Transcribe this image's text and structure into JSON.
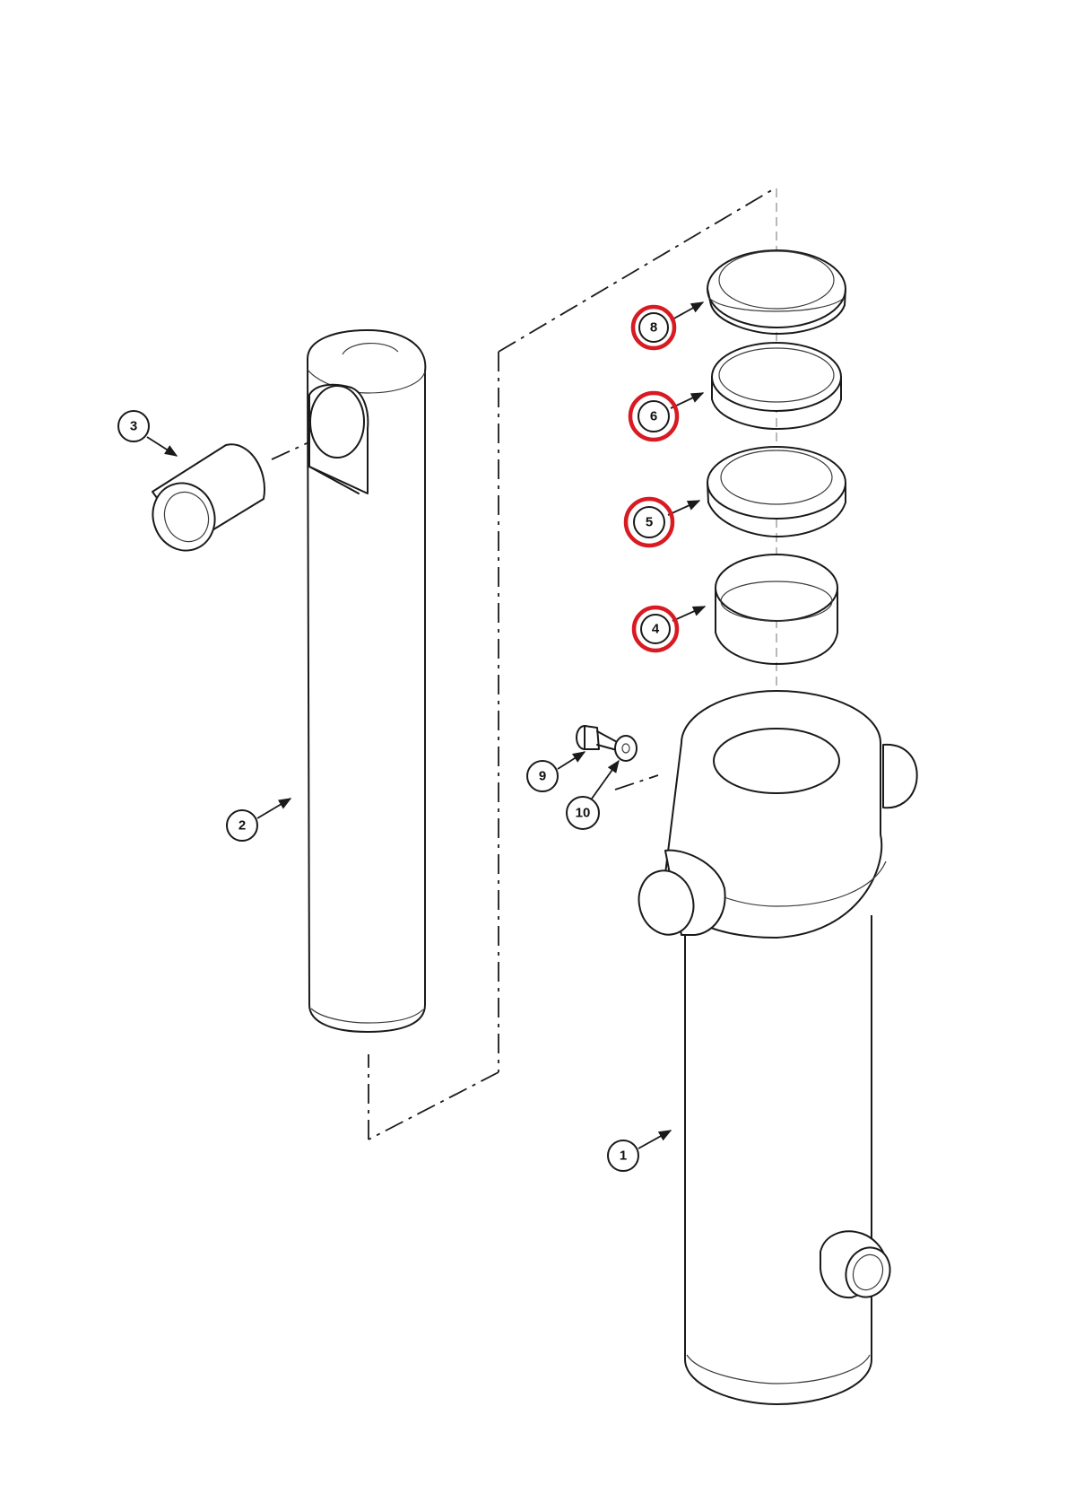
{
  "diagram": {
    "callouts": [
      {
        "id": "c1",
        "label": "1",
        "highlighted": false
      },
      {
        "id": "c2",
        "label": "2",
        "highlighted": false
      },
      {
        "id": "c3",
        "label": "3",
        "highlighted": false
      },
      {
        "id": "c4",
        "label": "4",
        "highlighted": true
      },
      {
        "id": "c5",
        "label": "5",
        "highlighted": true
      },
      {
        "id": "c6",
        "label": "6",
        "highlighted": true
      },
      {
        "id": "c8",
        "label": "8",
        "highlighted": true
      },
      {
        "id": "c9",
        "label": "9",
        "highlighted": false
      },
      {
        "id": "c10",
        "label": "10",
        "highlighted": false
      }
    ],
    "highlight_color": "#d91a22",
    "line_color": "#1a1a1a"
  }
}
